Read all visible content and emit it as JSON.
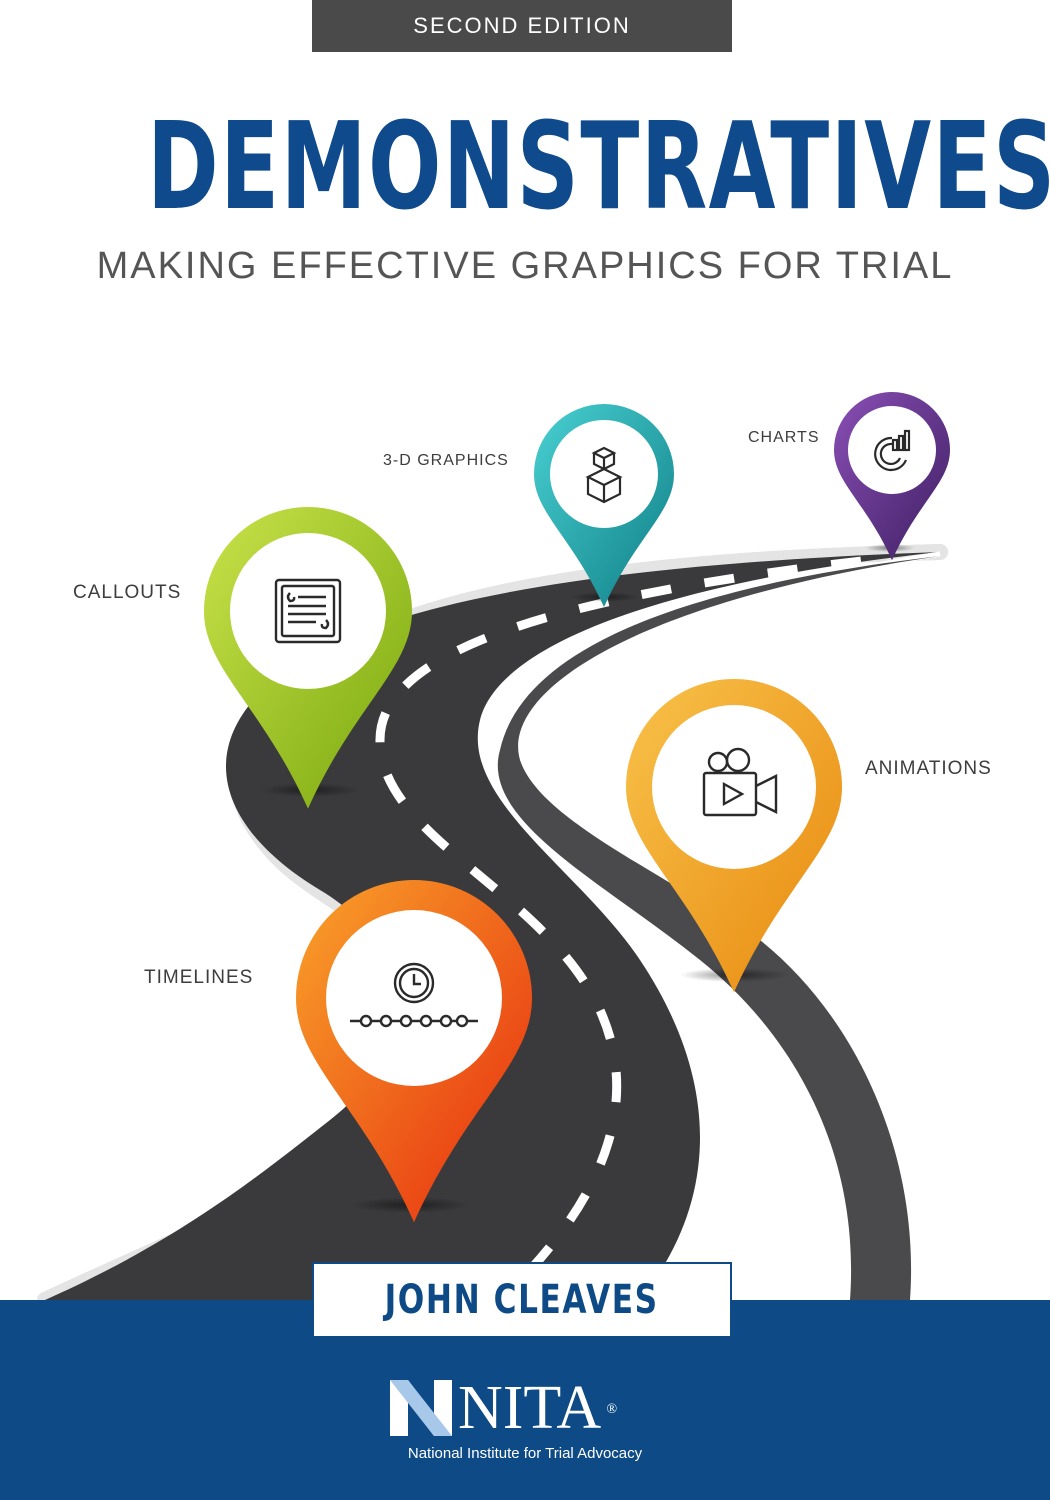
{
  "cover": {
    "edition": "SECOND EDITION",
    "title": "DEMONSTRATIVES",
    "subtitle": "MAKING EFFECTIVE GRAPHICS FOR TRIAL",
    "author": "JOHN CLEAVES"
  },
  "pins": {
    "charts": {
      "label": "CHARTS",
      "icon": "chart-icon",
      "color": "#5b2d82"
    },
    "graphics3d": {
      "label": "3-D GRAPHICS",
      "icon": "cube-stack-icon",
      "color": "#1aa3a8"
    },
    "callouts": {
      "label": "CALLOUTS",
      "icon": "document-quote-icon",
      "color": "#9cc31e"
    },
    "animations": {
      "label": "ANIMATIONS",
      "icon": "video-camera-icon",
      "color": "#f2a21f"
    },
    "timelines": {
      "label": "TIMELINES",
      "icon": "clock-timeline-icon",
      "color": "#f04a12"
    }
  },
  "publisher": {
    "logo_text": "NITA",
    "registered": "®",
    "name": "National Institute for Trial Advocacy"
  },
  "colors": {
    "brand_blue": "#0d4a86",
    "edition_bar": "#4a4a4a",
    "road": "#3a3a3c"
  }
}
